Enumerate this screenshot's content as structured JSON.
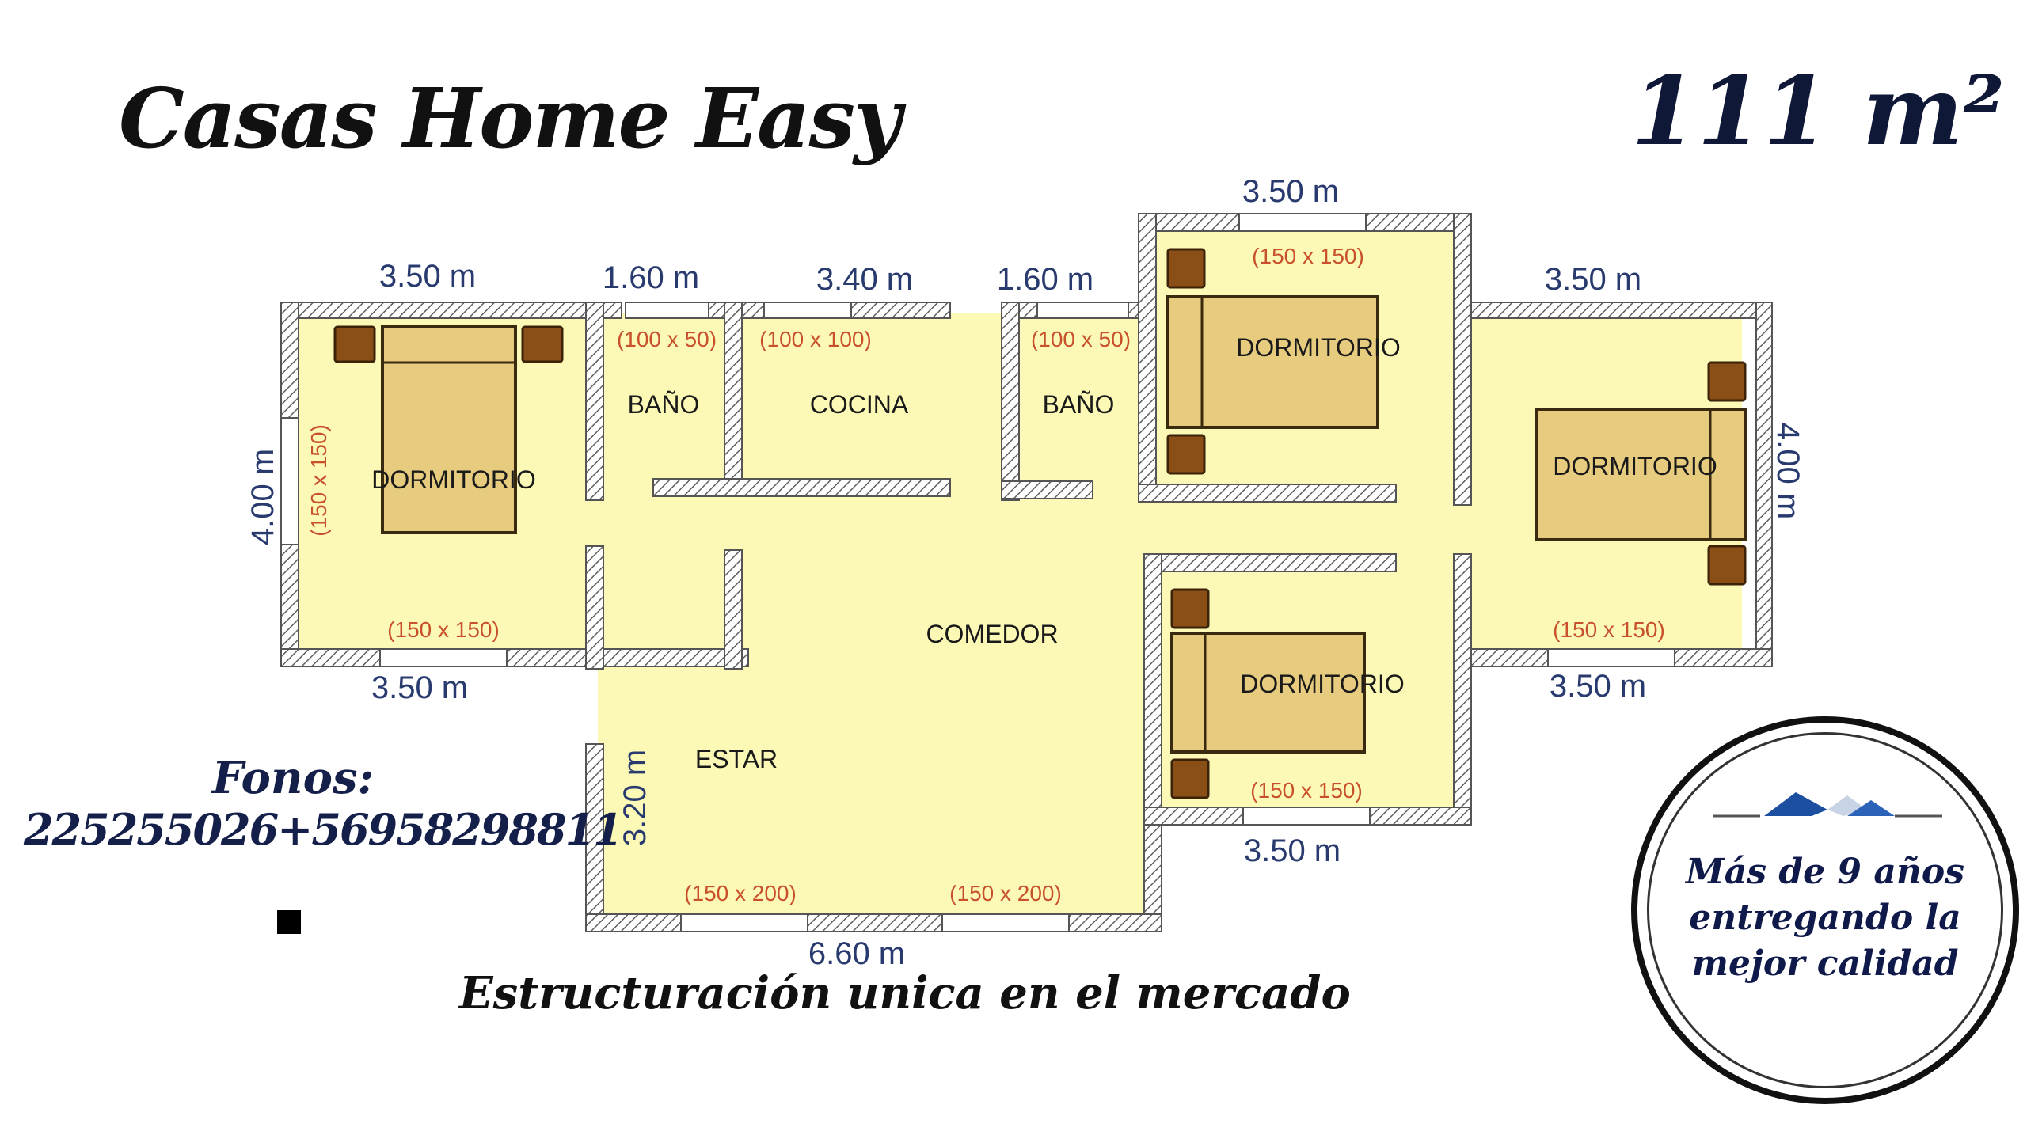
{
  "header": {
    "brand": "Casas Home Easy",
    "area": "111 m²"
  },
  "tagline": "Estructuración unica en el mercado",
  "contact": {
    "label": "Fonos:",
    "number": "225255026+56958298811"
  },
  "badge": {
    "text": "Más de 9 años entregando la mejor calidad",
    "logo": "house-roof-logo"
  },
  "rooms": {
    "dorm_left": "DORMITORIO",
    "bano_1": "BAÑO",
    "cocina": "COCINA",
    "bano_2": "BAÑO",
    "dorm_top_mid": "DORMITORIO",
    "dorm_right": "DORMITORIO",
    "dorm_bottom_mid": "DORMITORIO",
    "comedor": "COMEDOR",
    "estar": "ESTAR"
  },
  "dimensions": {
    "top_left": "3.50 m",
    "top_bano1": "1.60 m",
    "top_cocina": "3.40 m",
    "top_bano2": "1.60 m",
    "top_mid": "3.50 m",
    "top_right": "3.50 m",
    "left_side": "4.00 m",
    "right_side": "4.00 m",
    "bottom_left": "3.50 m",
    "bottom_right": "3.50 m",
    "bottom_mid": "3.50 m",
    "estar_side": "3.20 m",
    "bottom_estar": "6.60 m"
  },
  "openings": {
    "dorm_left_top": "(150 x 150)",
    "dorm_left_side": "(150 x 150)",
    "bano1": "(100 x 50)",
    "cocina": "(100 x 100)",
    "bano2": "(100 x 50)",
    "dorm_top_mid": "(150 x 150)",
    "dorm_right": "(150 x 150)",
    "dorm_bottom_mid": "(150 x 150)",
    "estar_1": "(150 x 200)",
    "estar_2": "(150 x 200)"
  },
  "colors": {
    "floor": "#fbf9b5",
    "wall_hatch": "#606060",
    "bed": "#e7cc7f",
    "nightstand": "#8a4f16",
    "dimension_text": "#283a6e",
    "opening_text": "#c8502c",
    "room_text": "#1a1a1a"
  }
}
